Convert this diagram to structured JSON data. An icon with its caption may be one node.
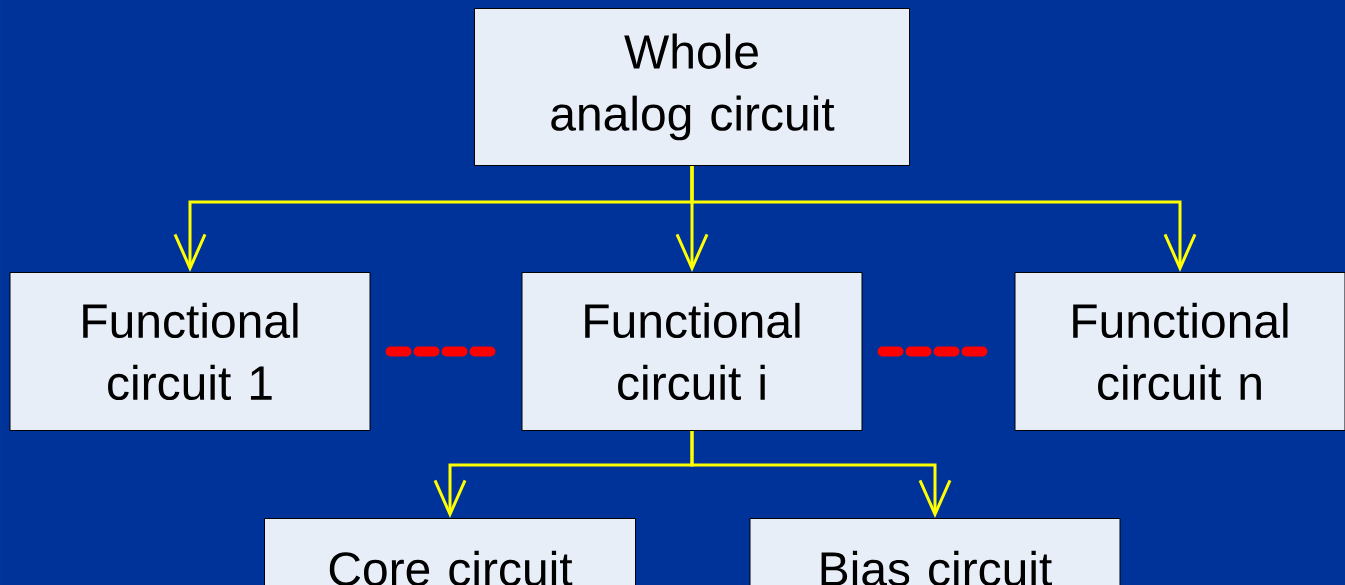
{
  "diagram": {
    "nodes": [
      {
        "text": [
          "Whole analog circuit"
        ]
      },
      {
        "text": [
          "Functional circuit 1"
        ]
      },
      {
        "text": [
          "Functional circuit i"
        ]
      },
      {
        "text": [
          "Functional circuit n"
        ]
      },
      {
        "text": [
          "Core circuit"
        ]
      },
      {
        "text": [
          "Bias circuit"
        ]
      }
    ],
    "edges": [
      {
        "from": 0,
        "to": 1,
        "arrow": "to"
      },
      {
        "from": 0,
        "to": 2,
        "arrow": "to"
      },
      {
        "from": 0,
        "to": 3,
        "arrow": "to"
      },
      {
        "from": 1,
        "to": 2,
        "arrow": "none",
        "style": "dashed",
        "color": "#ff0000"
      },
      {
        "from": 2,
        "to": 3,
        "arrow": "none",
        "style": "dashed",
        "color": "#ff0000"
      },
      {
        "from": 2,
        "to": 4,
        "arrow": "to"
      },
      {
        "from": 2,
        "to": 5,
        "arrow": "to"
      }
    ]
  }
}
